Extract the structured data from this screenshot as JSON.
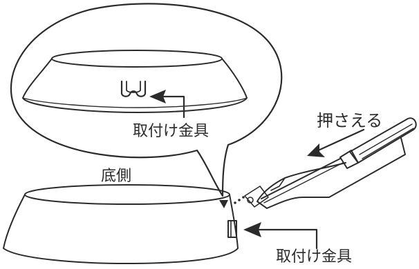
{
  "labels": {
    "bracket_inset": "取付け金具",
    "bottom_side": "底側",
    "press": "押さえる",
    "bracket_main": "取付け金具"
  },
  "colors": {
    "ink": "#2b2b2b",
    "background": "#ffffff"
  }
}
